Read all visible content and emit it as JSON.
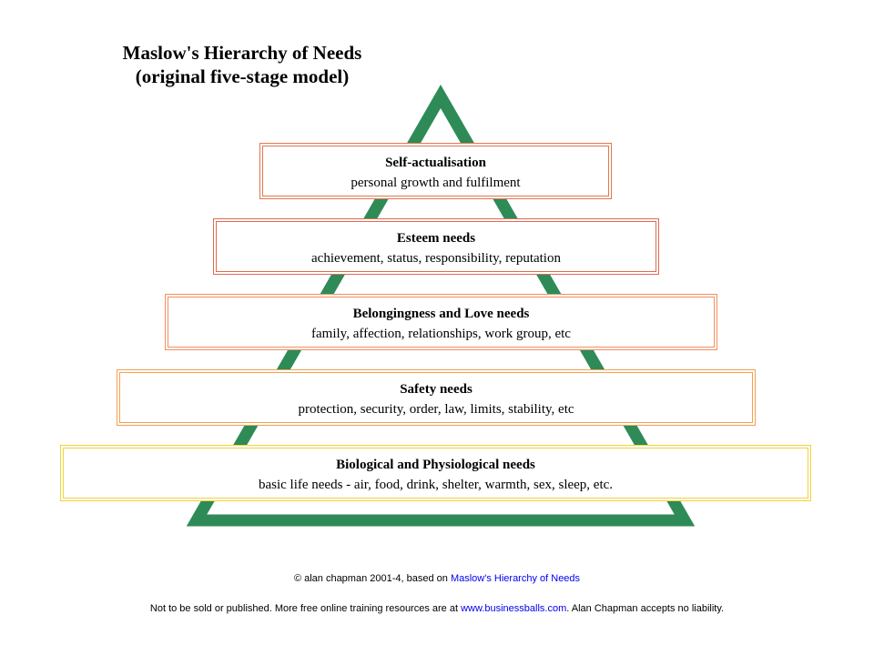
{
  "title": {
    "line1": "Maslow's Hierarchy of Needs",
    "line2": "(original five-stage model)"
  },
  "colors": {
    "triangle": "#2e8b57",
    "self_actualisation": "#e07850",
    "esteem": "#e06a52",
    "belonging": "#f09060",
    "safety": "#f5a050",
    "biological": "#f2d23c",
    "link": "#0000ee"
  },
  "levels": [
    {
      "title": "Self-actualisation",
      "desc": "personal growth and fulfilment"
    },
    {
      "title": "Esteem needs",
      "desc": "achievement, status, responsibility, reputation"
    },
    {
      "title": "Belongingness and Love needs",
      "desc": "family, affection, relationships, work group, etc"
    },
    {
      "title": "Safety needs",
      "desc": "protection, security, order, law, limits, stability, etc"
    },
    {
      "title": "Biological and Physiological needs",
      "desc": "basic life needs - air, food, drink, shelter, warmth, sex, sleep, etc."
    }
  ],
  "footer": {
    "copyright_prefix": "© alan chapman 2001-4, based on ",
    "copyright_link": "Maslow's Hierarchy of Needs",
    "line2_prefix": "Not to be sold or published.  More free online training resources are at ",
    "line2_link": "www.businessballs.com",
    "line2_suffix": ".  Alan Chapman accepts no liability."
  }
}
